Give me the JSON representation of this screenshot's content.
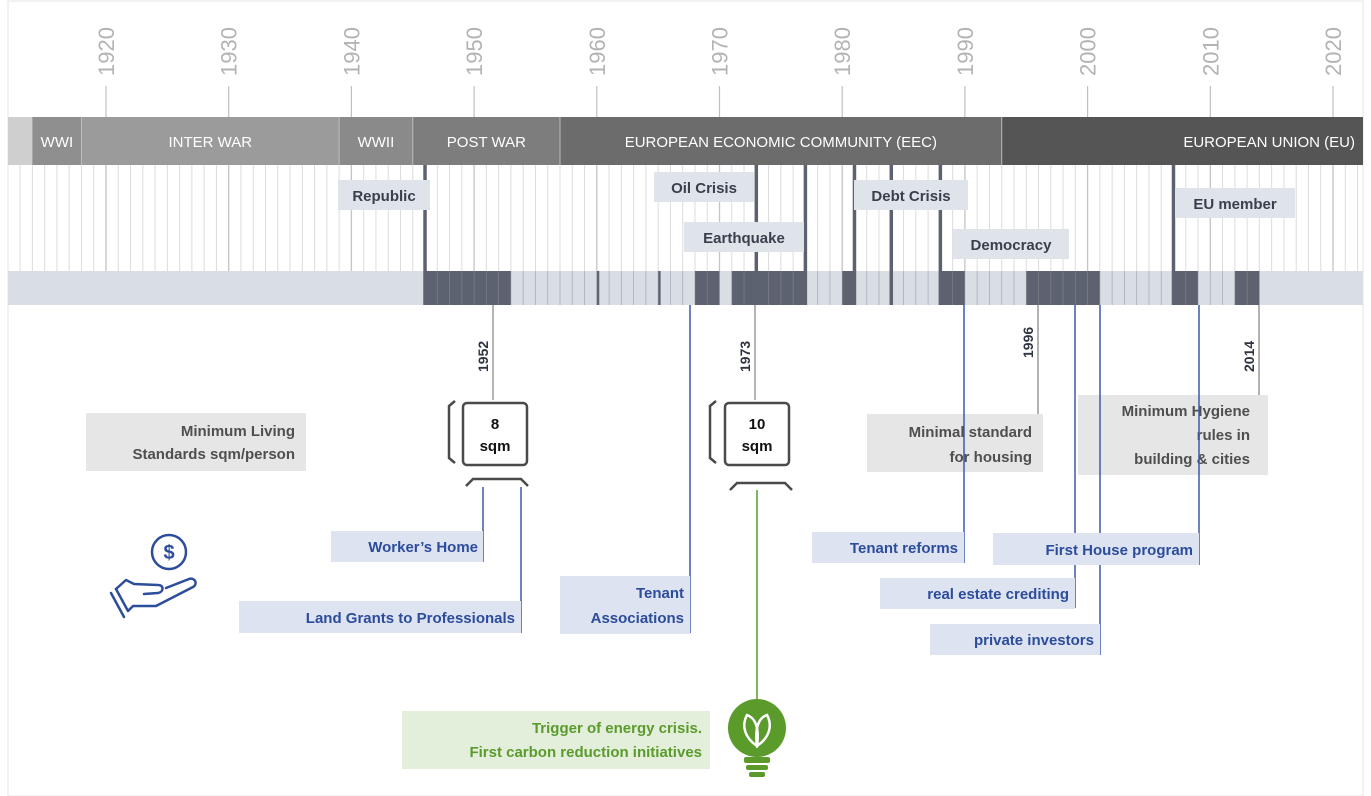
{
  "decades": [
    "1920",
    "1930",
    "1940",
    "1950",
    "1960",
    "1970",
    "1980",
    "1990",
    "2000",
    "2010",
    "2020"
  ],
  "eras": [
    {
      "label": "WWI",
      "from": 1914,
      "to": 1918,
      "color": "#8f8f8f"
    },
    {
      "label": "INTER WAR",
      "from": 1918,
      "to": 1939,
      "color": "#9b9b9b"
    },
    {
      "label": "WWII",
      "from": 1939,
      "to": 1945,
      "color": "#8a8a8a"
    },
    {
      "label": "POST WAR",
      "from": 1945,
      "to": 1957,
      "color": "#7d7d7d"
    },
    {
      "label": "EUROPEAN ECONOMIC COMMUNITY (EEC)",
      "from": 1957,
      "to": 1993,
      "color": "#6c6c6c"
    },
    {
      "label": "EUROPEAN UNION (EU)",
      "from": 1993,
      "to": 2023,
      "color": "#555555"
    }
  ],
  "events": [
    {
      "label": "Republic",
      "year": 1946
    },
    {
      "label": "Oil Crisis",
      "year": 1973
    },
    {
      "label": "Earthquake",
      "year": 1978
    },
    {
      "label": "Debt Crisis",
      "year": 1981
    },
    {
      "label": "Democracy",
      "year": 1988
    },
    {
      "label": "EU member",
      "year": 2007
    }
  ],
  "milestones": [
    {
      "year": "1952"
    },
    {
      "year": "1973"
    },
    {
      "year": "1996"
    },
    {
      "year": "2014"
    }
  ],
  "standards": {
    "label_line1": "Minimum Living",
    "label_line2": "Standards sqm/person",
    "box_1952": {
      "value": "8",
      "unit": "sqm"
    },
    "box_1973": {
      "value": "10",
      "unit": "sqm"
    },
    "note_1996_line1": "Minimal standard",
    "note_1996_line2": "for housing",
    "note_2014_line1": "Minimum Hygiene",
    "note_2014_line2": "rules in",
    "note_2014_line3": "building & cities"
  },
  "policies": [
    {
      "label": "Worker’s Home"
    },
    {
      "label": "Land Grants to Professionals"
    },
    {
      "label_line1": "Tenant",
      "label_line2": "Associations"
    },
    {
      "label": "Tenant reforms"
    },
    {
      "label": "real estate crediting"
    },
    {
      "label": "private investors"
    },
    {
      "label": "First House program"
    }
  ],
  "energy": {
    "line1": "Trigger of energy crisis.",
    "line2": "First carbon reduction initiatives",
    "icon": "lightbulb-leaf-icon"
  },
  "icons": {
    "money": "hand-dollar-icon"
  },
  "colors": {
    "policy_blue": "#2c4c9c",
    "policy_bg": "#dde3f0",
    "standard_bg": "#e6e6e6",
    "green": "#5a9b2c",
    "green_bg": "#e3eedb",
    "band": "#d9dde4",
    "dark_mark": "#5d6270"
  }
}
